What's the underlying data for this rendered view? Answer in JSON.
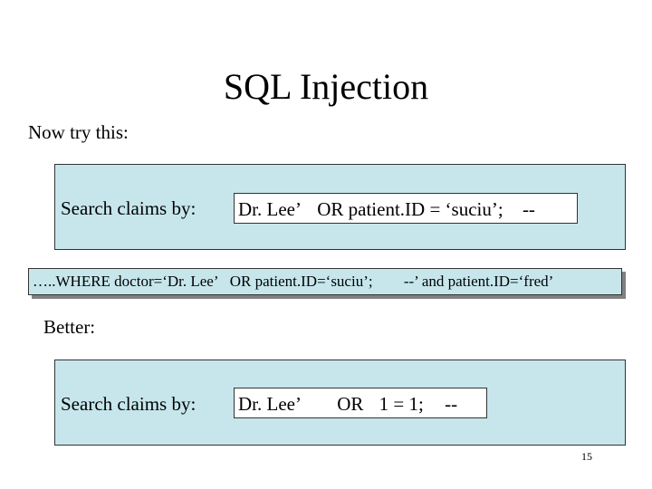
{
  "slide": {
    "title": "SQL Injection",
    "intro": "Now try this:",
    "search_label_1": "Search claims by:",
    "field_1_parts": [
      "Dr. Lee’",
      "OR patient.ID = ‘suciu’;",
      "--"
    ],
    "query_parts": [
      "…..WHERE doctor=‘Dr. Lee’",
      "OR patient.ID=‘suciu’;",
      "--’ and patient.ID=‘fred’"
    ],
    "better": "Better:",
    "search_label_2": "Search claims by:",
    "field_2_parts": [
      "Dr. Lee’",
      "OR",
      "1 = 1;",
      "--"
    ],
    "page_number": "15"
  },
  "colors": {
    "panel_fill": "#c6e6ec",
    "field_fill": "#ffffff",
    "shadow": "#808080"
  }
}
